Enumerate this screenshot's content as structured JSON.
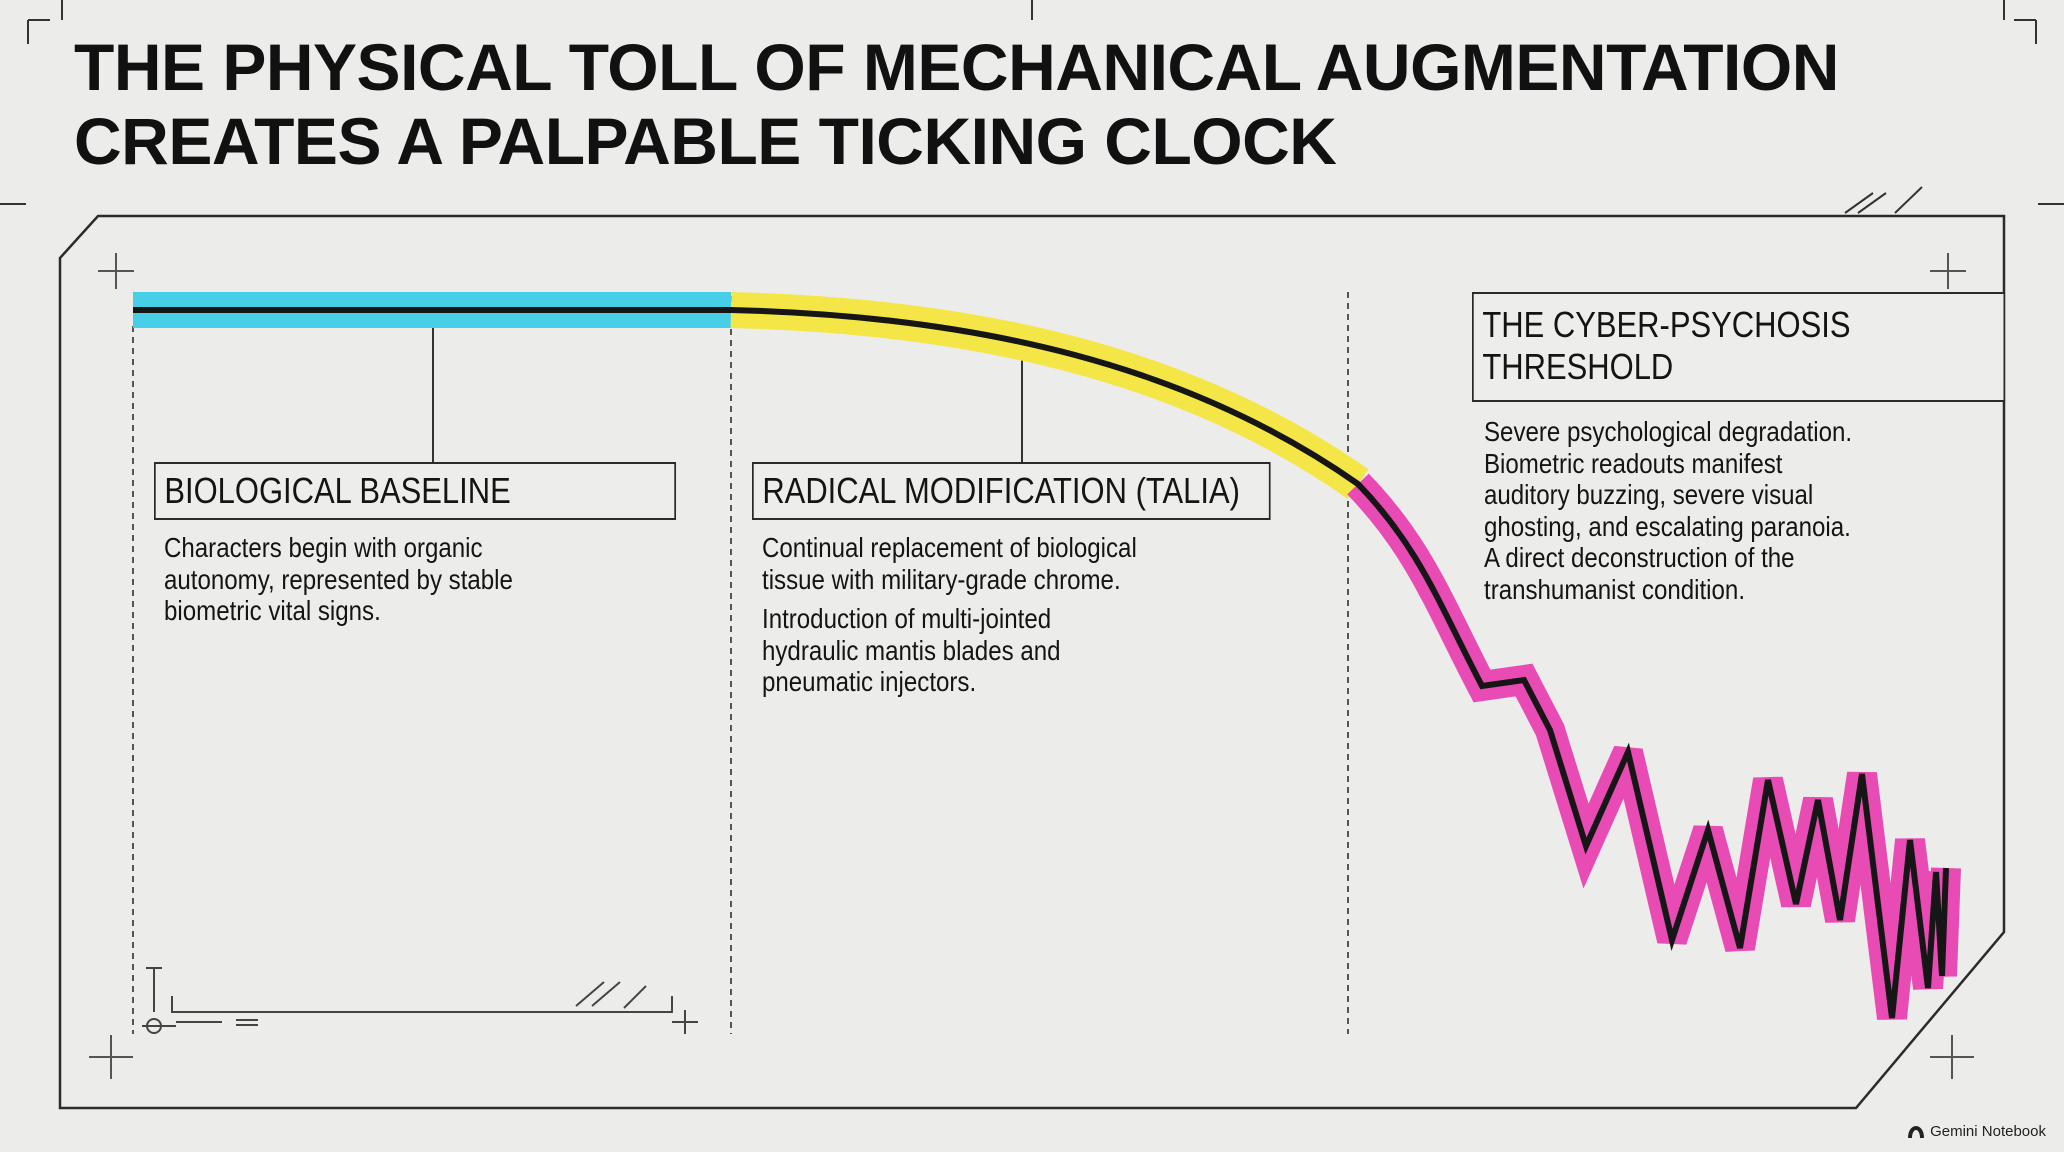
{
  "title": {
    "line1": "THE PHYSICAL TOLL OF MECHANICAL AUGMENTATION",
    "line2": "CREATES A PALPABLE TICKING CLOCK"
  },
  "phases": [
    {
      "label": "BIOLOGICAL BASELINE",
      "color": "#46cfe6",
      "description": [
        "Characters begin with organic autonomy, represented by stable biometric vital signs."
      ]
    },
    {
      "label": "RADICAL MODIFICATION (TALIA)",
      "color": "#f3e646",
      "description": [
        "Continual replacement of biological tissue with military-grade chrome.",
        "Introduction of multi-jointed hydraulic mantis blades and pneumatic injectors."
      ]
    },
    {
      "label_line1": "THE CYBER-PSYCHOSIS",
      "label_line2": "THRESHOLD",
      "color": "#e84bb4",
      "description": [
        "Severe psychological degradation. Biometric readouts manifest auditory buzzing, severe visual ghosting, and escalating paranoia. A direct deconstruction of the transhumanist condition."
      ]
    }
  ],
  "branding": {
    "text": "Gemini Notebook"
  }
}
